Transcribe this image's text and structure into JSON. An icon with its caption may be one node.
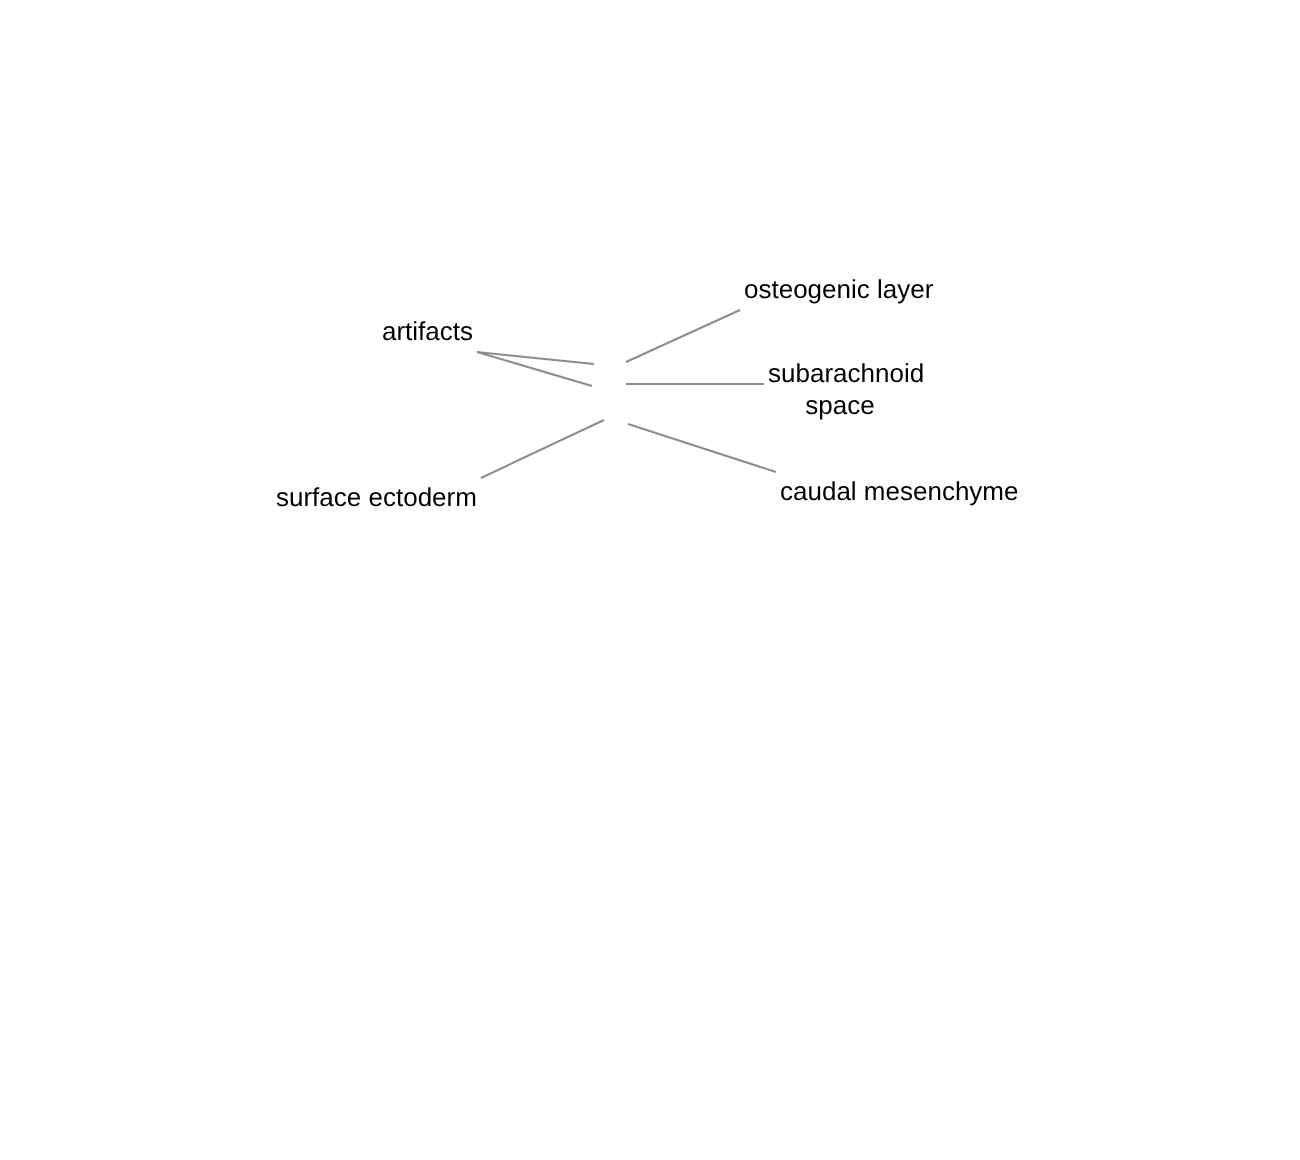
{
  "diagram": {
    "nodes": [
      {
        "text": [
          "osteogenic layer"
        ]
      },
      {
        "text": [
          "artifacts"
        ]
      },
      {
        "text": [
          "subarachnoid space"
        ]
      },
      {
        "text": [
          "surface ectoderm"
        ]
      },
      {
        "text": [
          "caudal mesenchyme"
        ]
      }
    ],
    "edges": [
      {
        "from": 0,
        "to": null,
        "arrow": "none"
      },
      {
        "from": 1,
        "to": null,
        "arrow": "none"
      },
      {
        "from": 1,
        "to": null,
        "arrow": "none"
      },
      {
        "from": 2,
        "to": null,
        "arrow": "none"
      },
      {
        "from": 3,
        "to": null,
        "arrow": "none"
      },
      {
        "from": 4,
        "to": null,
        "arrow": "none"
      }
    ]
  }
}
